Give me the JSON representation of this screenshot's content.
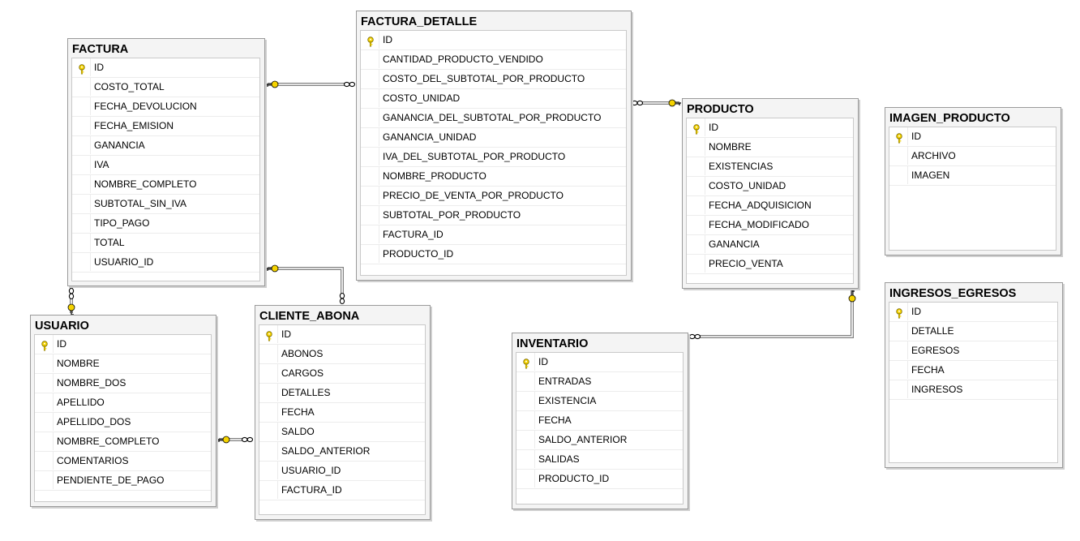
{
  "accent": {
    "key": "#f5d300",
    "connector": "#808080"
  },
  "tables": [
    {
      "id": "factura",
      "name": "FACTURA",
      "columns": [
        "ID",
        "COSTO_TOTAL",
        "FECHA_DEVOLUCION",
        "FECHA_EMISION",
        "GANANCIA",
        "IVA",
        "NOMBRE_COMPLETO",
        "SUBTOTAL_SIN_IVA",
        "TIPO_PAGO",
        "TOTAL",
        "USUARIO_ID"
      ]
    },
    {
      "id": "factura-detalle",
      "name": "FACTURA_DETALLE",
      "columns": [
        "ID",
        "CANTIDAD_PRODUCTO_VENDIDO",
        "COSTO_DEL_SUBTOTAL_POR_PRODUCTO",
        "COSTO_UNIDAD",
        "GANANCIA_DEL_SUBTOTAL_POR_PRODUCTO",
        "GANANCIA_UNIDAD",
        "IVA_DEL_SUBTOTAL_POR_PRODUCTO",
        "NOMBRE_PRODUCTO",
        "PRECIO_DE_VENTA_POR_PRODUCTO",
        "SUBTOTAL_POR_PRODUCTO",
        "FACTURA_ID",
        "PRODUCTO_ID"
      ]
    },
    {
      "id": "producto",
      "name": "PRODUCTO",
      "columns": [
        "ID",
        "NOMBRE",
        "EXISTENCIAS",
        "COSTO_UNIDAD",
        "FECHA_ADQUISICION",
        "FECHA_MODIFICADO",
        "GANANCIA",
        "PRECIO_VENTA"
      ]
    },
    {
      "id": "imagen-producto",
      "name": "IMAGEN_PRODUCTO",
      "columns": [
        "ID",
        "ARCHIVO",
        "IMAGEN"
      ]
    },
    {
      "id": "ingresos-egresos",
      "name": "INGRESOS_EGRESOS",
      "columns": [
        "ID",
        "DETALLE",
        "EGRESOS",
        "FECHA",
        "INGRESOS"
      ]
    },
    {
      "id": "usuario",
      "name": "USUARIO",
      "columns": [
        "ID",
        "NOMBRE",
        "NOMBRE_DOS",
        "APELLIDO",
        "APELLIDO_DOS",
        "NOMBRE_COMPLETO",
        "COMENTARIOS",
        "PENDIENTE_DE_PAGO"
      ]
    },
    {
      "id": "cliente-abona",
      "name": "CLIENTE_ABONA",
      "columns": [
        "ID",
        "ABONOS",
        "CARGOS",
        "DETALLES",
        "FECHA",
        "SALDO",
        "SALDO_ANTERIOR",
        "USUARIO_ID",
        "FACTURA_ID"
      ]
    },
    {
      "id": "inventario",
      "name": "INVENTARIO",
      "columns": [
        "ID",
        "ENTRADAS",
        "EXISTENCIA",
        "FECHA",
        "SALDO_ANTERIOR",
        "SALIDAS",
        "PRODUCTO_ID"
      ]
    }
  ]
}
